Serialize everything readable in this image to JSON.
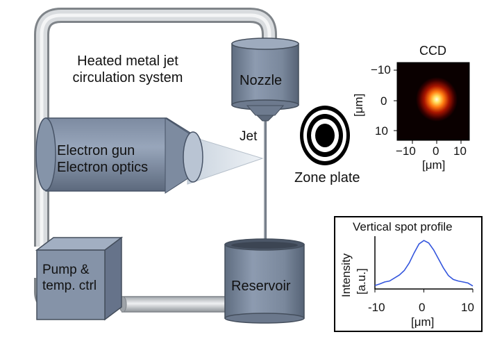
{
  "system_label": [
    "Heated metal jet",
    "circulation system"
  ],
  "components": {
    "nozzle": "Nozzle",
    "jet": "Jet",
    "electron_gun": [
      "Electron gun",
      "Electron optics"
    ],
    "zone_plate": "Zone plate",
    "pump": [
      "Pump &",
      "temp. ctrl"
    ],
    "reservoir": "Reservoir"
  },
  "ccd": {
    "title": "CCD",
    "y_ticks": [
      "−10",
      "0",
      "10"
    ],
    "x_ticks": [
      "−10",
      "0",
      "10"
    ],
    "y_label": "[μm]",
    "x_label": "[μm]"
  },
  "chart_data": {
    "type": "line",
    "title": "Vertical spot profile",
    "xlabel": "[μm]",
    "ylabel_lines": [
      "Intensity",
      "[a.u.]"
    ],
    "xlim": [
      -10,
      10
    ],
    "ylim": [
      0,
      1
    ],
    "xticks": [
      "-10",
      "0",
      "10"
    ],
    "color": "#3355dd",
    "series": [
      {
        "x": [
          -10,
          -9,
          -8,
          -7,
          -6,
          -5,
          -4,
          -3,
          -2,
          -1,
          0,
          1,
          2,
          3,
          4,
          5,
          6,
          7,
          8,
          9,
          10
        ],
        "y": [
          0.07,
          0.1,
          0.14,
          0.16,
          0.22,
          0.28,
          0.37,
          0.52,
          0.72,
          0.9,
          0.97,
          0.92,
          0.78,
          0.6,
          0.42,
          0.27,
          0.19,
          0.16,
          0.14,
          0.12,
          0.06
        ]
      }
    ]
  }
}
